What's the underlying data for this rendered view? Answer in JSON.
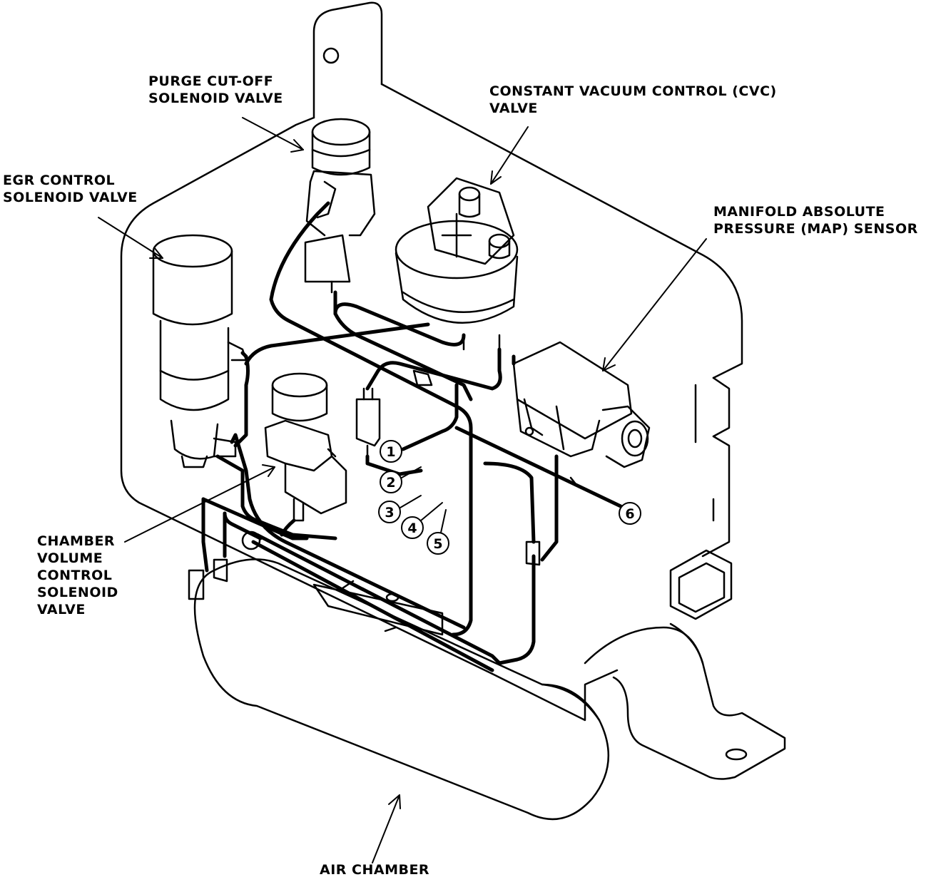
{
  "labels": {
    "purge_cutoff": [
      "PURGE CUT-OFF",
      "SOLENOID VALVE"
    ],
    "cvc": [
      "CONSTANT VACUUM CONTROL (CVC)",
      "VALVE"
    ],
    "egr": [
      "EGR CONTROL",
      "SOLENOID VALVE"
    ],
    "map": [
      "MANIFOLD ABSOLUTE",
      "PRESSURE (MAP) SENSOR"
    ],
    "chamber": [
      "CHAMBER",
      "VOLUME",
      "CONTROL",
      "SOLENOID",
      "VALVE"
    ],
    "air_chamber": "AIR CHAMBER"
  },
  "port_numbers": [
    "1",
    "2",
    "3",
    "4",
    "5",
    "6"
  ],
  "colors": {
    "ink": "#000000",
    "paper": "#ffffff"
  }
}
